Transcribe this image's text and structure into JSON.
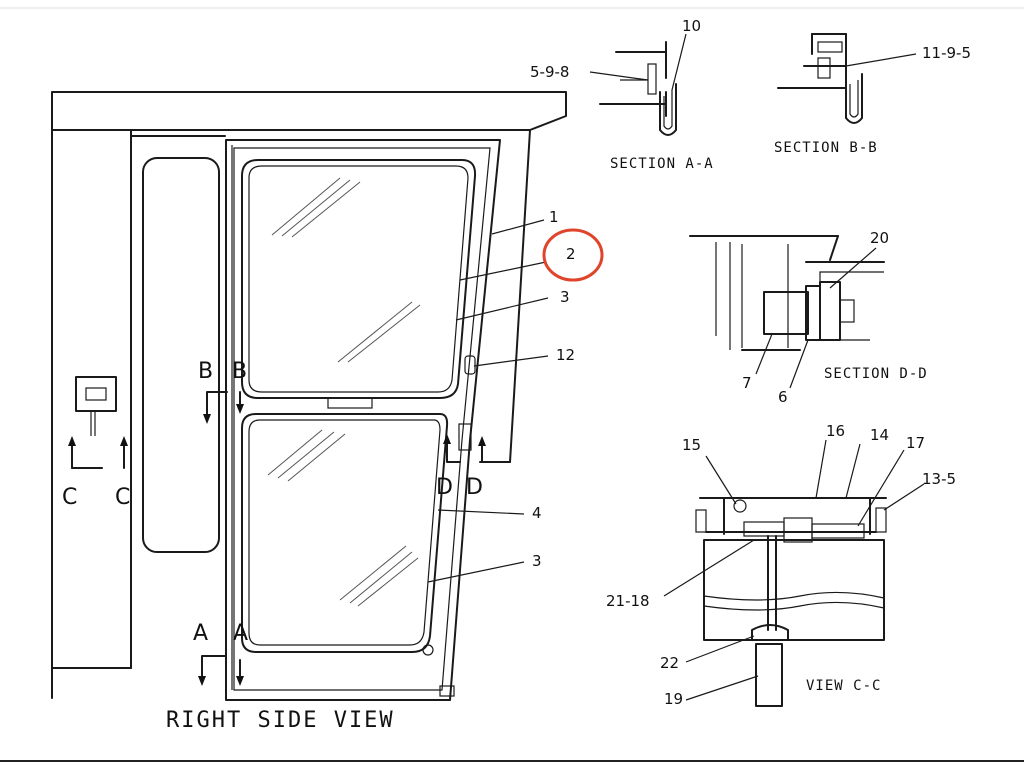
{
  "main_view": {
    "title": "RIGHT SIDE VIEW"
  },
  "callouts": {
    "c1": "1",
    "c2": "2",
    "c3a": "3",
    "c3b": "3",
    "c4": "4",
    "c12": "12",
    "c10": "10",
    "c5_9_8": "5-9-8",
    "c11_9_5": "11-9-5",
    "c20": "20",
    "c7": "7",
    "c6": "6",
    "c15": "15",
    "c16": "16",
    "c14": "14",
    "c17": "17",
    "c13_5": "13-5",
    "c21_18": "21-18",
    "c22": "22",
    "c19": "19"
  },
  "section_markers": {
    "a_left": "A",
    "a_right": "A",
    "b_left": "B",
    "b_right": "B",
    "c_left": "C",
    "c_right": "C",
    "d_left": "D",
    "d_right": "D"
  },
  "section_titles": {
    "aa": "SECTION A-A",
    "bb": "SECTION B-B",
    "dd": "SECTION D-D",
    "cc": "VIEW C-C"
  },
  "highlight": {
    "target": "2",
    "color": "#e0442a"
  }
}
